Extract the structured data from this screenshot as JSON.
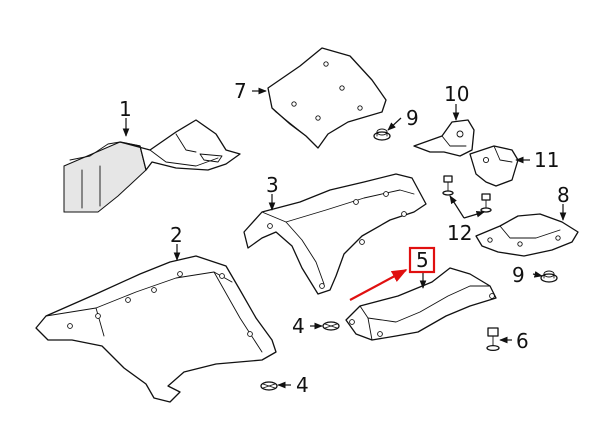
{
  "callouts": {
    "c1": "1",
    "c2": "2",
    "c3": "3",
    "c4a": "4",
    "c4b": "4",
    "c5": "5",
    "c6": "6",
    "c7": "7",
    "c8": "8",
    "c9a": "9",
    "c9b": "9",
    "c10": "10",
    "c11": "11",
    "c12": "12"
  },
  "colors": {
    "line": "#111111",
    "highlight": "#e01010",
    "background": "#ffffff"
  },
  "highlighted_part": "5"
}
